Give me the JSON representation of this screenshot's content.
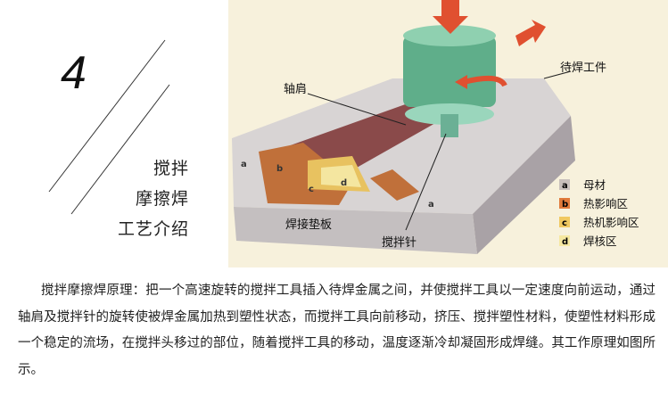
{
  "header": {
    "number": "4",
    "title_lines": [
      "搅拌",
      "摩擦焊",
      "工艺介绍"
    ]
  },
  "diagram": {
    "labels": {
      "shoulder": "轴肩",
      "workpiece": "待焊工件",
      "backing_plate": "焊接垫板",
      "pin": "搅拌针"
    },
    "zone_marks": [
      "a",
      "b",
      "c",
      "d"
    ],
    "legend": [
      {
        "key": "a",
        "label": "母材",
        "color": "#c8c0bc"
      },
      {
        "key": "b",
        "label": "热影响区",
        "color": "#e07a3a"
      },
      {
        "key": "c",
        "label": "热机影响区",
        "color": "#f0c860"
      },
      {
        "key": "d",
        "label": "焊核区",
        "color": "#f6e8a0"
      }
    ]
  },
  "description": "搅拌摩擦焊原理：把一个高速旋转的搅拌工具插入待焊金属之间，并使搅拌工具以一定速度向前运动，通过轴肩及搅拌针的旋转使被焊金属加热到塑性状态，而搅拌工具向前移动，挤压、搅拌塑性材料，使塑性材料形成一个稳定的流场，在搅拌头移过的部位，随着搅拌工具的移动，温度逐渐冷却凝固形成焊缝。其工作原理如图所示。"
}
